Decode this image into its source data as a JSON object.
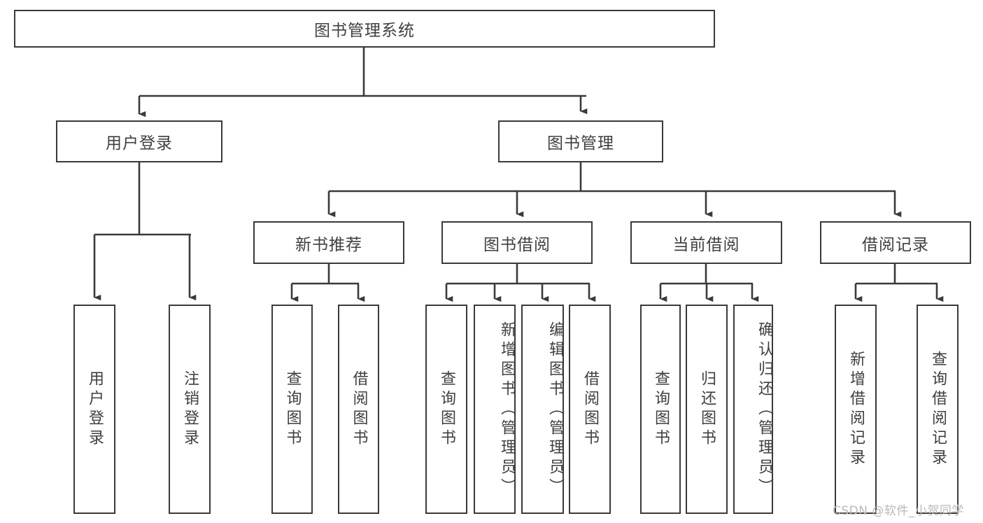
{
  "diagram": {
    "type": "hierarchy-tree",
    "title": "图书管理系统",
    "watermark": "CSDN @软件_小贺同学",
    "colors": {
      "stroke": "#3a3a3a",
      "text": "#3f3f3f",
      "background": "#ffffff",
      "watermark": "#b9b9b9"
    },
    "nodes": {
      "root": {
        "label": "图书管理系统"
      },
      "level1": [
        {
          "label": "用户登录"
        },
        {
          "label": "图书管理"
        }
      ],
      "level2": [
        {
          "label": "新书推荐"
        },
        {
          "label": "图书借阅"
        },
        {
          "label": "当前借阅"
        },
        {
          "label": "借阅记录"
        }
      ],
      "leaves_user_login": [
        {
          "label": "用户登录"
        },
        {
          "label": "注销登录"
        }
      ],
      "leaves_new_book": [
        {
          "label": "查询图书"
        },
        {
          "label": "借阅图书"
        }
      ],
      "leaves_borrow": [
        {
          "label": "查询图书"
        },
        {
          "label": "新增图书（管理员）"
        },
        {
          "label": "编辑图书（管理员）"
        },
        {
          "label": "借阅图书"
        }
      ],
      "leaves_current": [
        {
          "label": "查询图书"
        },
        {
          "label": "归还图书"
        },
        {
          "label": "确认归还（管理员）"
        }
      ],
      "leaves_record": [
        {
          "label": "新增借阅记录"
        },
        {
          "label": "查询借阅记录"
        }
      ]
    }
  }
}
